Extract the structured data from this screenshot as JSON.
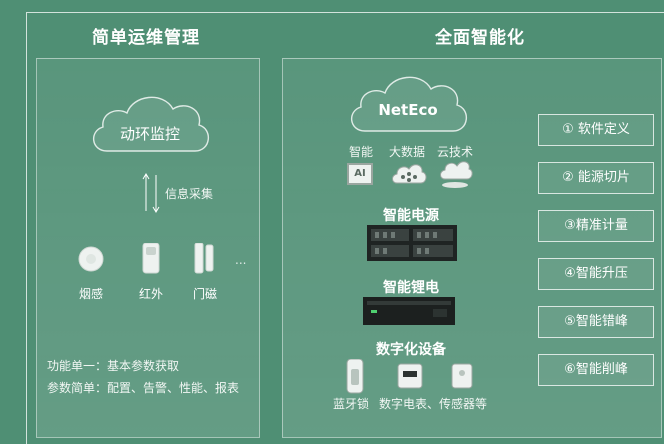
{
  "left": {
    "title": "简单运维管理",
    "cloud_label": "动环监控",
    "arrow_label": "信息采集",
    "sensors": [
      {
        "label": "烟感",
        "icon": "smoke-detector-icon"
      },
      {
        "label": "红外",
        "icon": "infrared-sensor-icon"
      },
      {
        "label": "门磁",
        "icon": "door-sensor-icon"
      }
    ],
    "ellipsis": "...",
    "notes": [
      "功能单一：基本参数获取",
      "参数简单：配置、告警、性能、报表"
    ]
  },
  "right": {
    "title": "全面智能化",
    "cloud_label": "NetEco",
    "tech_labels": [
      "智能",
      "大数据",
      "云技术"
    ],
    "tech_icons": [
      "ai-chip-icon",
      "big-data-cloud-icon",
      "cloud-tech-icon"
    ],
    "ai_text": "AI",
    "power_label": "智能电源",
    "lithium_label": "智能锂电",
    "digital_label": "数字化设备",
    "device_labels": [
      "蓝牙锁",
      "数字电表、传感器等"
    ]
  },
  "features": [
    "① 软件定义",
    "② 能源切片",
    "③精准计量",
    "④智能升压",
    "⑤智能错峰",
    "⑥智能削峰"
  ],
  "colors": {
    "background": "#4f8f74",
    "panel_border": "#ffffff"
  }
}
